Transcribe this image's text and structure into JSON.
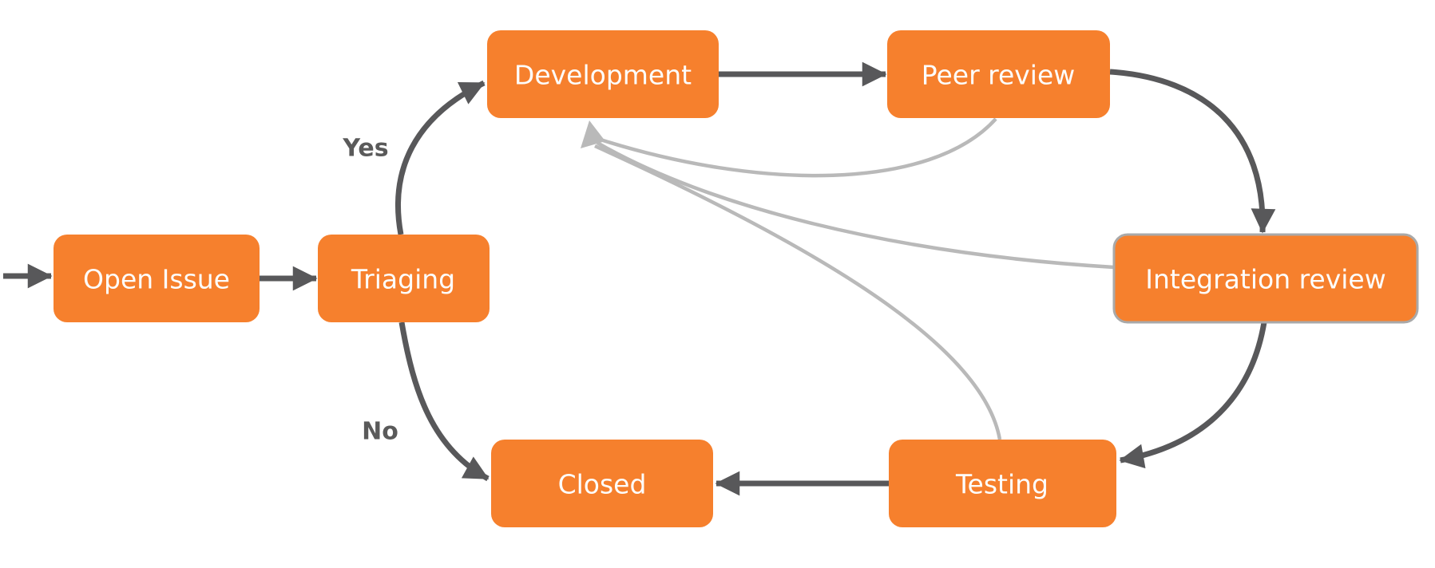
{
  "diagram": {
    "type": "flowchart",
    "background": "#FFFFFF",
    "colors": {
      "node_fill": "#F6802D",
      "node_text": "#FDFDFD",
      "edge_dark": "#58585A",
      "edge_light": "#B9B9B9",
      "edge_label_text": "#5A5A5A",
      "integration_review_border": "#A9A9A9"
    },
    "nodes": {
      "open_issue": {
        "label": "Open Issue"
      },
      "triaging": {
        "label": "Triaging"
      },
      "development": {
        "label": "Development"
      },
      "peer_review": {
        "label": "Peer review"
      },
      "integration_review": {
        "label": "Integration review"
      },
      "testing": {
        "label": "Testing"
      },
      "closed": {
        "label": "Closed"
      }
    },
    "edge_labels": {
      "yes": "Yes",
      "no": "No"
    },
    "edges": [
      {
        "from": "start",
        "to": "open_issue",
        "style": "dark",
        "label": ""
      },
      {
        "from": "open_issue",
        "to": "triaging",
        "style": "dark",
        "label": ""
      },
      {
        "from": "triaging",
        "to": "development",
        "style": "dark",
        "label": "Yes"
      },
      {
        "from": "development",
        "to": "peer_review",
        "style": "dark",
        "label": ""
      },
      {
        "from": "peer_review",
        "to": "integration_review",
        "style": "dark",
        "label": ""
      },
      {
        "from": "integration_review",
        "to": "testing",
        "style": "dark",
        "label": ""
      },
      {
        "from": "testing",
        "to": "closed",
        "style": "dark",
        "label": ""
      },
      {
        "from": "triaging",
        "to": "closed",
        "style": "dark",
        "label": "No"
      },
      {
        "from": "peer_review",
        "to": "development",
        "style": "light",
        "label": ""
      },
      {
        "from": "integration_review",
        "to": "development",
        "style": "light",
        "label": ""
      },
      {
        "from": "testing",
        "to": "development",
        "style": "light",
        "label": ""
      }
    ]
  }
}
